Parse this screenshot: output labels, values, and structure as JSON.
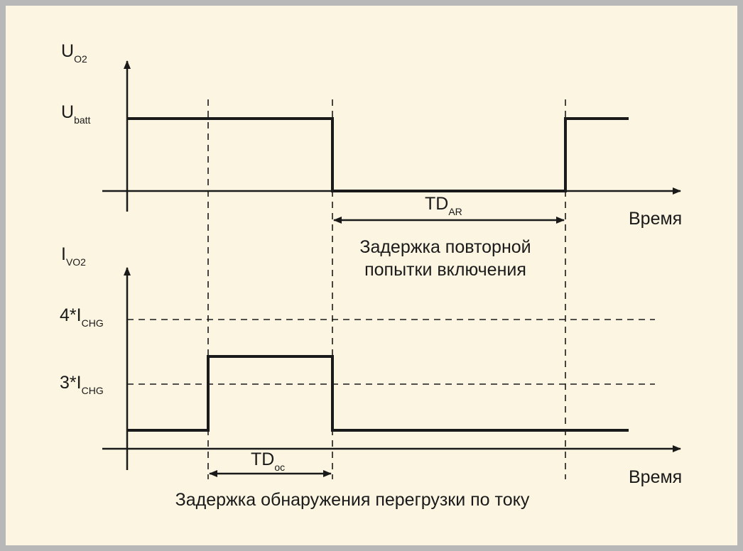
{
  "top_axis": {
    "y_symbol": "U",
    "y_symbol_sub": "O2",
    "level_symbol": "U",
    "level_symbol_sub": "batt",
    "x_label": "Время"
  },
  "bottom_axis": {
    "y_symbol": "I",
    "y_symbol_sub": "VO2",
    "level_high": "4*I",
    "level_high_sub": "CHG",
    "level_mid": "3*I",
    "level_mid_sub": "CHG",
    "x_label": "Время"
  },
  "td_ar": {
    "symbol": "TD",
    "symbol_sub": "AR",
    "caption_line1": "Задержка повторной",
    "caption_line2": "попытки включения"
  },
  "td_oc": {
    "symbol": "TD",
    "symbol_sub": "oc",
    "caption": "Задержка обнаружения перегрузки по току"
  },
  "colors": {
    "background": "#fbf5e1",
    "border": "#b8b8b8",
    "line": "#1a1a1a"
  }
}
